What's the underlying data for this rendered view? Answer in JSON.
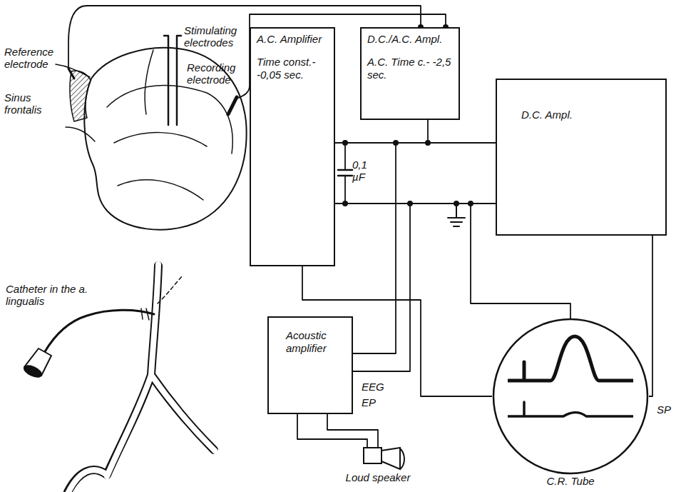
{
  "diagram": {
    "nodes": [
      {
        "text": [
          "A.C. Amplifier",
          "Time const.- -0,05 sec."
        ]
      },
      {
        "text": [
          "D.C./A.C. Ampl.",
          "A.C. Time c.- -2,5 sec."
        ]
      },
      {
        "text": [
          "D.C. Ampl."
        ]
      },
      {
        "text": [
          "Acoustic amplifier"
        ]
      },
      {
        "text": [
          "Loud speaker"
        ]
      },
      {
        "text": [
          "C.R. Tube"
        ]
      }
    ],
    "edges": [
      {
        "from": 0,
        "to": 2,
        "arrow": "none"
      },
      {
        "from": 1,
        "to": 2,
        "arrow": "none"
      },
      {
        "from": 0,
        "to": 2,
        "arrow": "none"
      },
      {
        "from": 0,
        "to": 3,
        "arrow": "none"
      },
      {
        "from": 0,
        "to": 3,
        "arrow": "none"
      },
      {
        "from": 0,
        "to": 5,
        "arrow": "none"
      },
      {
        "from": 3,
        "to": 4,
        "arrow": "none"
      },
      {
        "from": 3,
        "to": 4,
        "arrow": "none"
      },
      {
        "from": 2,
        "to": 5,
        "arrow": "none"
      }
    ],
    "labels": [
      "Reference electrode",
      "Sinus frontalis",
      "Stimulating electrodes",
      "Recording electrode",
      "Catheter in the a. lingualis",
      "0,1 µF",
      "EEG",
      "EP",
      "SP"
    ]
  }
}
